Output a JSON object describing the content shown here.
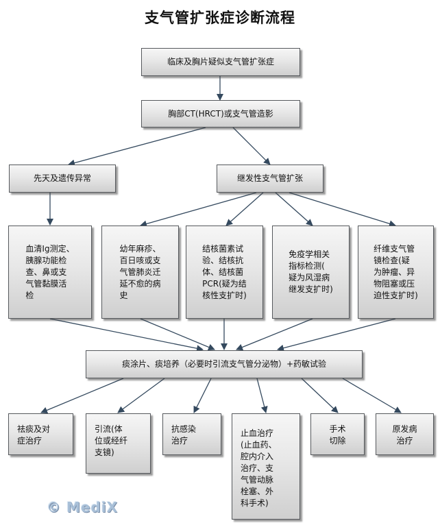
{
  "title": "支气管扩张症诊断流程",
  "nodes": {
    "suspect": "临床及胸片疑似支气管扩张症",
    "ct": "胸部CT(HRCT)或支气管造影",
    "congenital": "先天及遗传异常",
    "secondary": "继发性支气管扩张",
    "serum_tests": "血清Ig测定、\n胰腺功能检\n查、鼻或支\n气管黏膜活\n检",
    "history": "幼年麻疹、\n百日咳或支\n气管肺炎迁\n延不愈的病\n史",
    "tb_tests": "结核菌素试\n验、结核抗\n体、结核菌\nPCR(疑为结\n核性支扩时)",
    "immuno": "免疫学相关\n指标检测(\n疑为风湿病\n继发支扩时)",
    "bronchoscopy": "纤维支气管\n镜检查(疑\n为肿瘤、异\n物阻塞或压\n迫性支扩时)",
    "sputum": "痰涂片、痰培养（必要时引流支气管分泌物）+药敏试验",
    "expectorant": "祛痰及对\n症治疗",
    "drainage": "引流(体\n位或经纤\n支镜)",
    "antiinfection": "抗感染\n治疗",
    "hemostasis": "止血治疗\n(止血药、\n腔内介入\n治疗、支\n气管动脉\n栓塞、外\n科手术)",
    "surgery": "手术\n切除",
    "primary": "原发病\n治疗"
  },
  "watermark": "© MediX",
  "colors": {
    "box_border": "#55585c",
    "arrow": "#34495e"
  }
}
